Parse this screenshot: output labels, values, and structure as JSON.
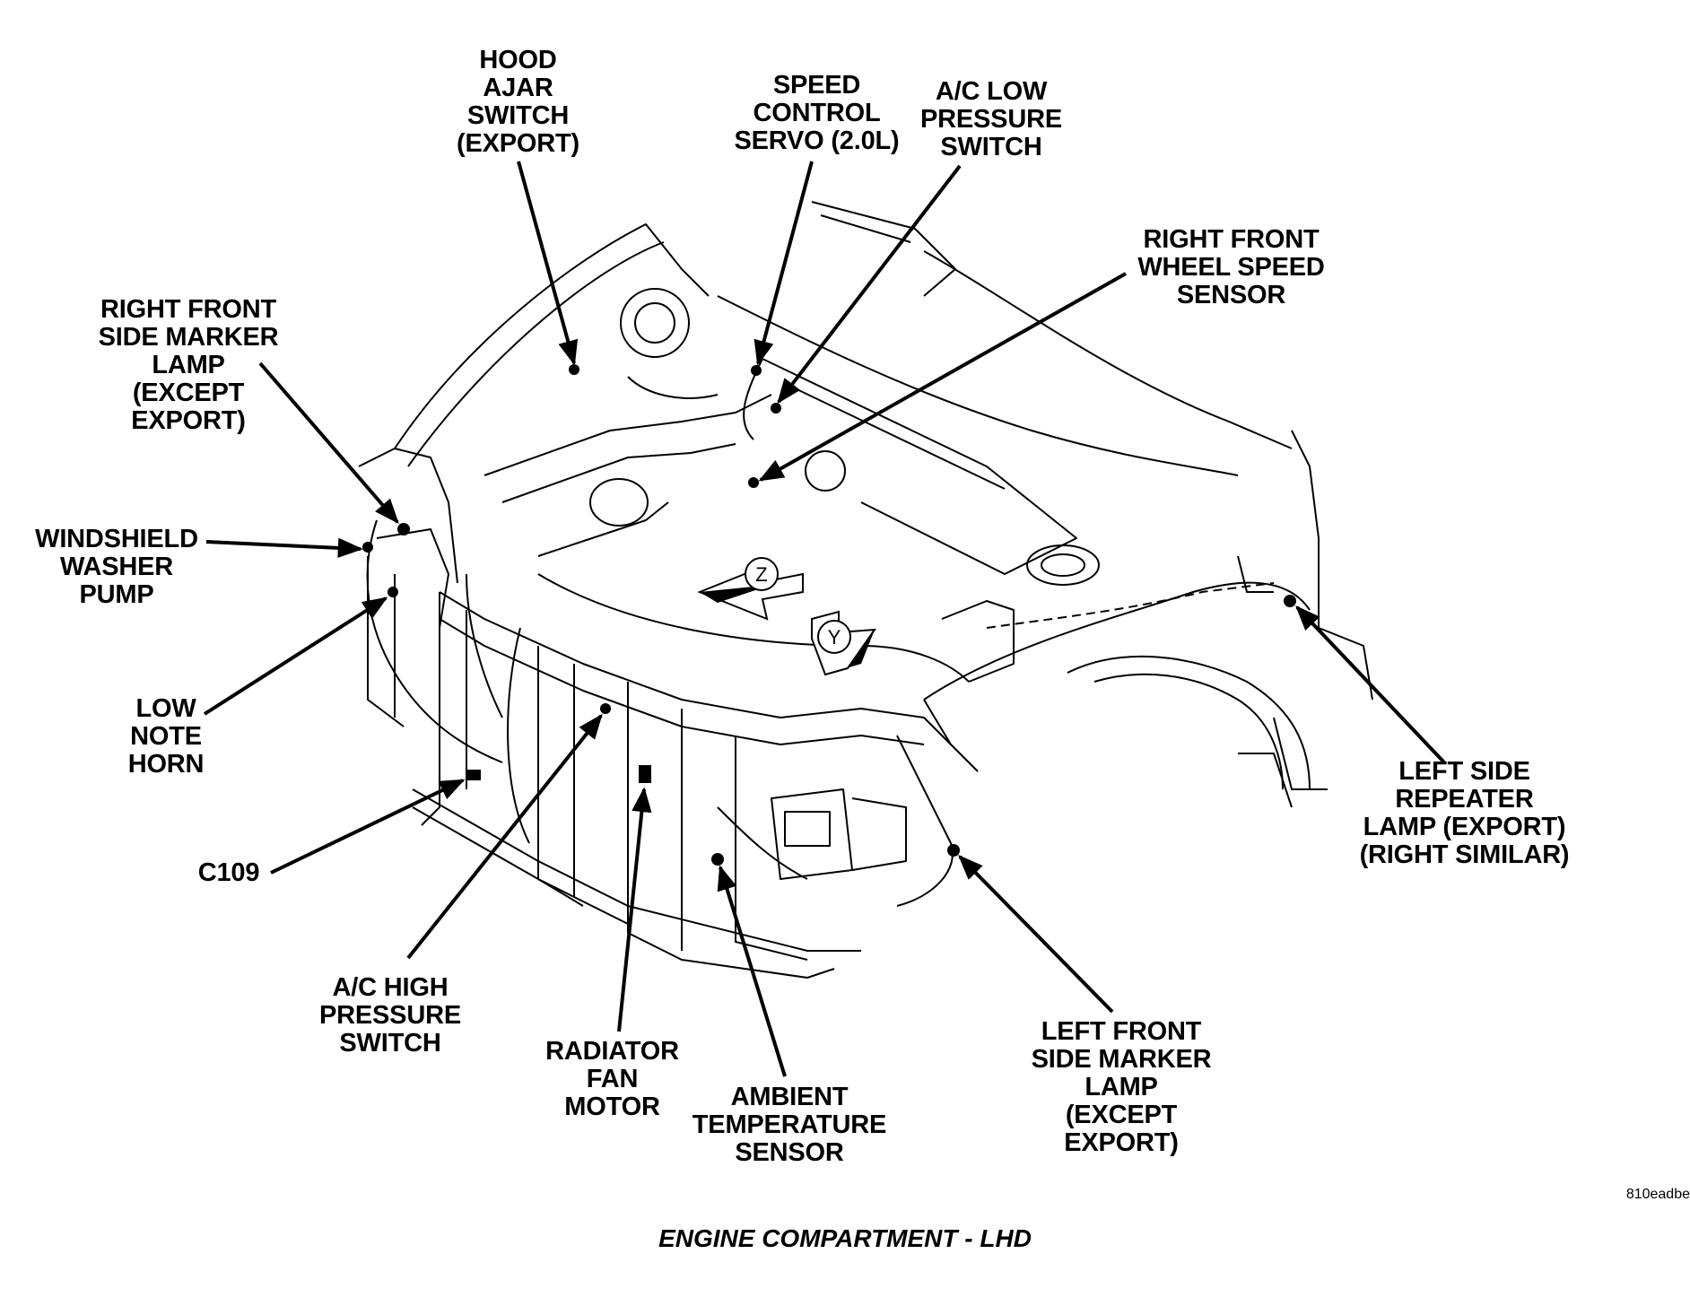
{
  "labels": {
    "hood_ajar": "HOOD\nAJAR\nSWITCH\n(EXPORT)",
    "speed_control": "SPEED\nCONTROL\nSERVO (2.0L)",
    "ac_low": "A/C LOW\nPRESSURE\nSWITCH",
    "rf_wheel_speed": "RIGHT FRONT\nWHEEL SPEED\nSENSOR",
    "rf_side_marker": "RIGHT FRONT\nSIDE MARKER\nLAMP\n(EXCEPT\nEXPORT)",
    "washer_pump": "WINDSHIELD\nWASHER\nPUMP",
    "low_note_horn": "LOW\nNOTE\nHORN",
    "c109": "C109",
    "ac_high": "A/C HIGH\nPRESSURE\nSWITCH",
    "radiator_fan": "RADIATOR\nFAN\nMOTOR",
    "ambient_temp": "AMBIENT\nTEMPERATURE\nSENSOR",
    "lf_side_marker": "LEFT FRONT\nSIDE MARKER\nLAMP\n(EXCEPT\nEXPORT)",
    "ls_repeater": "LEFT SIDE\nREPEATER\nLAMP (EXPORT)\n(RIGHT SIMILAR)"
  },
  "axes": {
    "z": "Z",
    "y": "Y"
  },
  "caption": "ENGINE COMPARTMENT - LHD",
  "figure_id": "810eadbe"
}
